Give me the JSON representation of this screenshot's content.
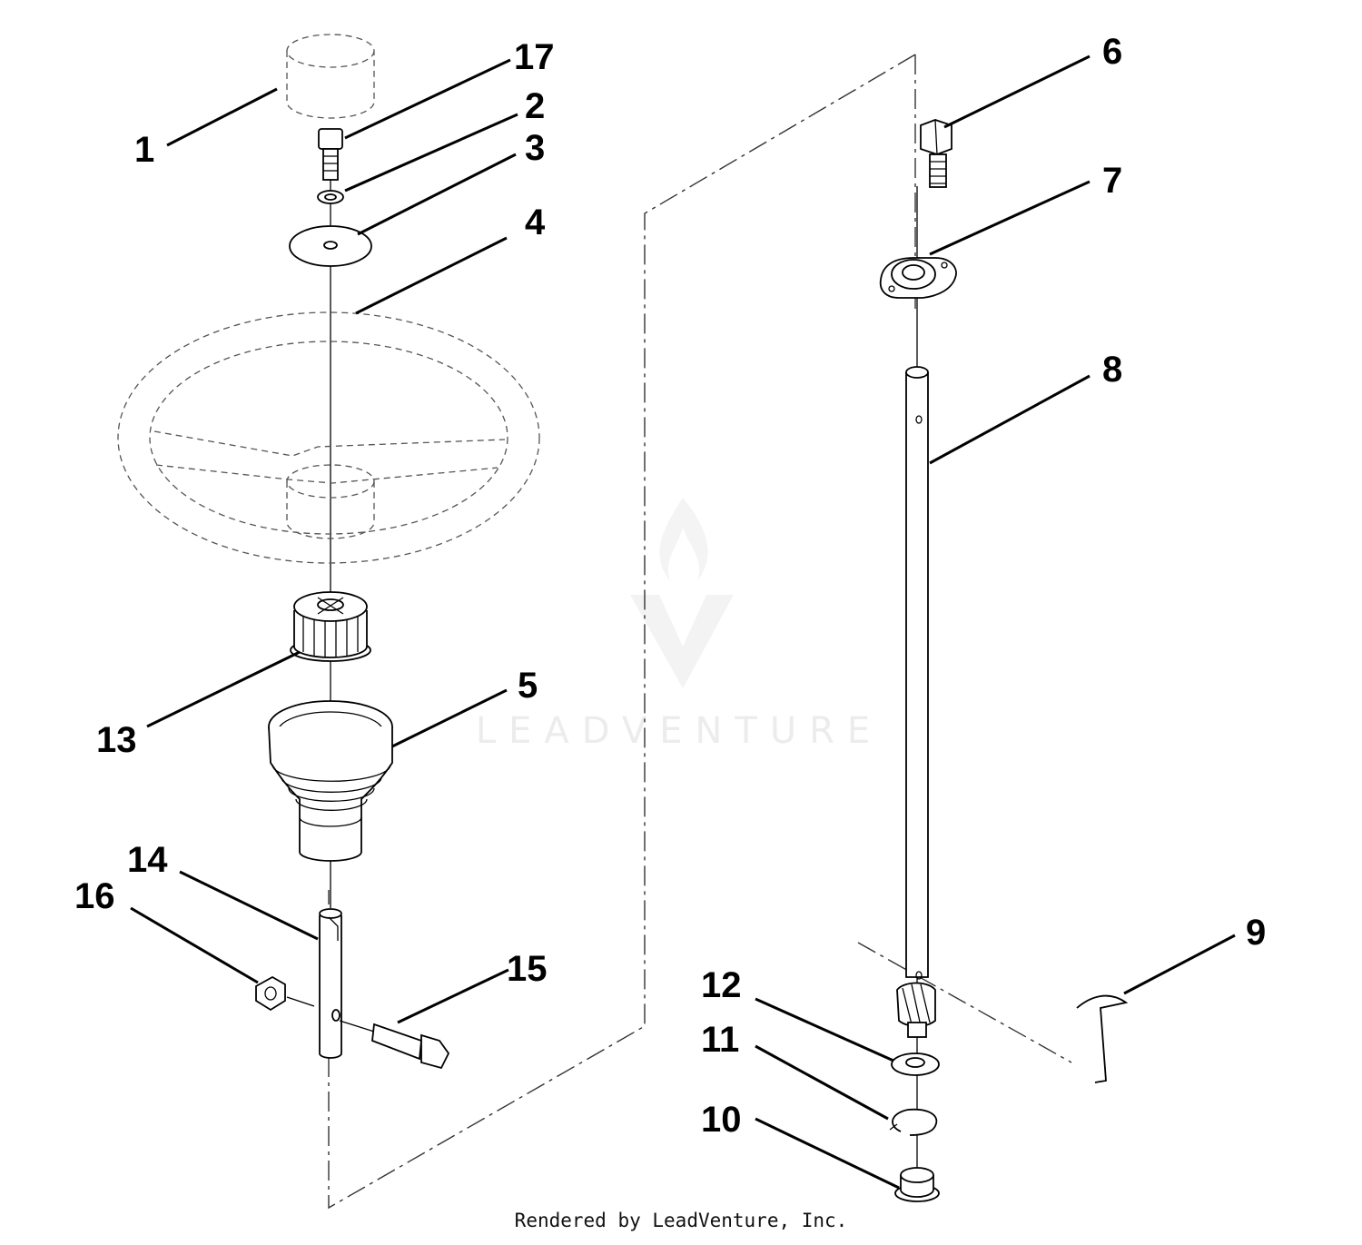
{
  "callouts": [
    {
      "id": "1",
      "label": "1"
    },
    {
      "id": "2",
      "label": "2"
    },
    {
      "id": "3",
      "label": "3"
    },
    {
      "id": "4",
      "label": "4"
    },
    {
      "id": "5",
      "label": "5"
    },
    {
      "id": "6",
      "label": "6"
    },
    {
      "id": "7",
      "label": "7"
    },
    {
      "id": "8",
      "label": "8"
    },
    {
      "id": "9",
      "label": "9"
    },
    {
      "id": "10",
      "label": "10"
    },
    {
      "id": "11",
      "label": "11"
    },
    {
      "id": "12",
      "label": "12"
    },
    {
      "id": "13",
      "label": "13"
    },
    {
      "id": "14",
      "label": "14"
    },
    {
      "id": "15",
      "label": "15"
    },
    {
      "id": "16",
      "label": "16"
    },
    {
      "id": "17",
      "label": "17"
    }
  ],
  "watermark": {
    "text": "LEADVENTURE"
  },
  "footer": {
    "text": "Rendered by LeadVenture, Inc."
  }
}
